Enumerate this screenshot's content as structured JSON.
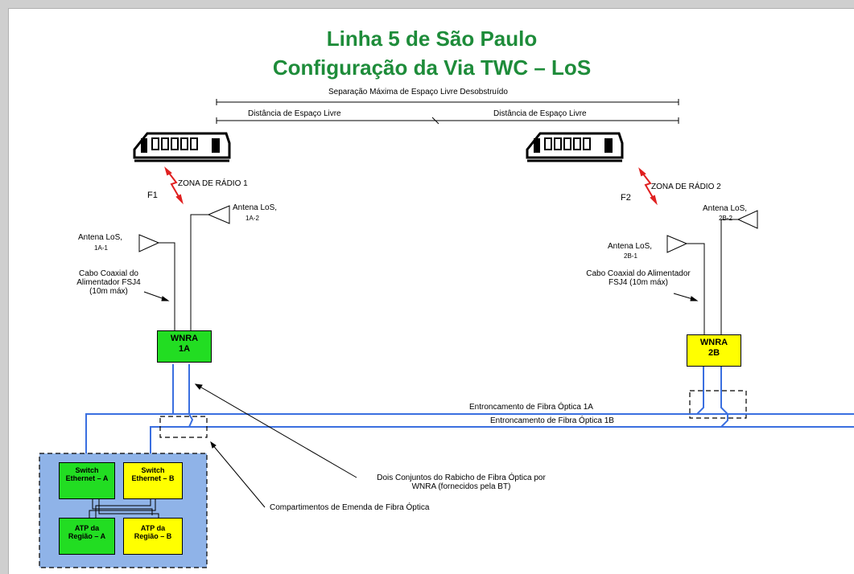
{
  "title_line1": "Linha 5 de São Paulo",
  "title_line2": "Configuração da Via TWC – LoS",
  "max_separation": "Separação  Máxima de Espaço  Livre Desobstruído",
  "free_space_left": "Distância de Espaço  Livre",
  "free_space_right": "Distância de Espaço  Livre",
  "zone1": {
    "label": "ZONA DE RÁDIO 1",
    "freq": "F1"
  },
  "zone2": {
    "label": "ZONA DE RÁDIO 2",
    "freq": "F2"
  },
  "antenna_1a2": {
    "name": "Antena LoS,",
    "id": "1A-2"
  },
  "antenna_1a1": {
    "name": "Antena LoS,",
    "id": "1A-1"
  },
  "antenna_2b2": {
    "name": "Antena LoS,",
    "id": "2B-2"
  },
  "antenna_2b1": {
    "name": "Antena LoS,",
    "id": "2B-1"
  },
  "coax_left": {
    "line1": "Cabo Coaxial do",
    "line2": "Alimentador FSJ4",
    "line3": "(10m máx)"
  },
  "coax_right": {
    "line1": "Cabo Coaxial do Alimentador",
    "line2": "FSJ4 (10m máx)"
  },
  "wnra_1a": {
    "line1": "WNRA",
    "line2": "1A"
  },
  "wnra_2b": {
    "line1": "WNRA",
    "line2": "2B"
  },
  "fiber_1a": "Entroncamento de Fibra Óptica 1A",
  "fiber_1b": "Entroncamento de Fibra Óptica 1B",
  "switch_a": {
    "line1": "Switch",
    "line2": "Ethernet – A"
  },
  "switch_b": {
    "line1": "Switch",
    "line2": "Ethernet – B"
  },
  "atp_a": {
    "line1": "ATP da",
    "line2": "Região – A"
  },
  "atp_b": {
    "line1": "ATP da",
    "line2": "Região – B"
  },
  "pigtail_note": {
    "line1": "Dois Conjuntos do Rabicho de Fibra Óptica por",
    "line2": "WNRA (fornecidos pela BT)"
  },
  "splice_note": "Compartimentos de Emenda de Fibra Óptica",
  "colors": {
    "title": "#1e8c3a",
    "fiber": "#3a6fe0",
    "green_box": "#22dd22",
    "yellow_box": "#ffff00",
    "cabinet": "#8fb3e8",
    "radio": "#e02020"
  }
}
